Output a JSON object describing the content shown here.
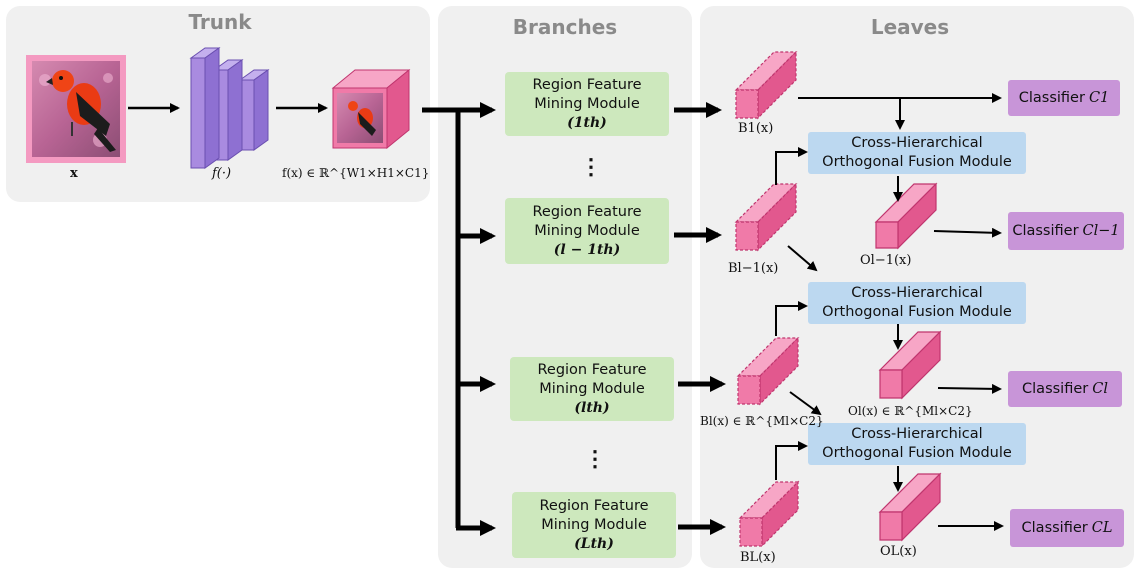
{
  "panels": {
    "trunk": "Trunk",
    "branches": "Branches",
    "leaves": "Leaves"
  },
  "trunk": {
    "input_label": "x",
    "function_label": "f(·)",
    "feature_label": "f(x) ∈ ℝ^{W1×H1×C1}"
  },
  "branches": {
    "module_text_line1": "Region Feature",
    "module_text_line2": "Mining Module",
    "modules": [
      {
        "index": "(1th)"
      },
      {
        "index": "(l − 1th)"
      },
      {
        "index": "(lth)"
      },
      {
        "index": "(Lth)"
      }
    ],
    "ellipsis": "⋮"
  },
  "leaves": {
    "branch_features": [
      "B1(x)",
      "Bl−1(x)",
      "Bl(x) ∈ ℝ^{Ml×C2}",
      "BL(x)"
    ],
    "fusion_line1": "Cross-Hierarchical",
    "fusion_line2": "Orthogonal Fusion Module",
    "orthogonal_features": [
      "Ol−1(x)",
      "Ol(x) ∈ ℝ^{Ml×C2}",
      "OL(x)"
    ],
    "classifier_word": "Classifier",
    "classifiers": [
      "C1",
      "Cl−1",
      "Cl",
      "CL"
    ]
  },
  "colors": {
    "panel_bg": "#f0f0f0",
    "panel_title": "#8a8a8a",
    "module_green": "#cde8bd",
    "fusion_blue": "#bcd8f0",
    "classifier_purple": "#c895d8",
    "tensor_pink": "#f07aa8",
    "layer_purple": "#a98be0"
  }
}
